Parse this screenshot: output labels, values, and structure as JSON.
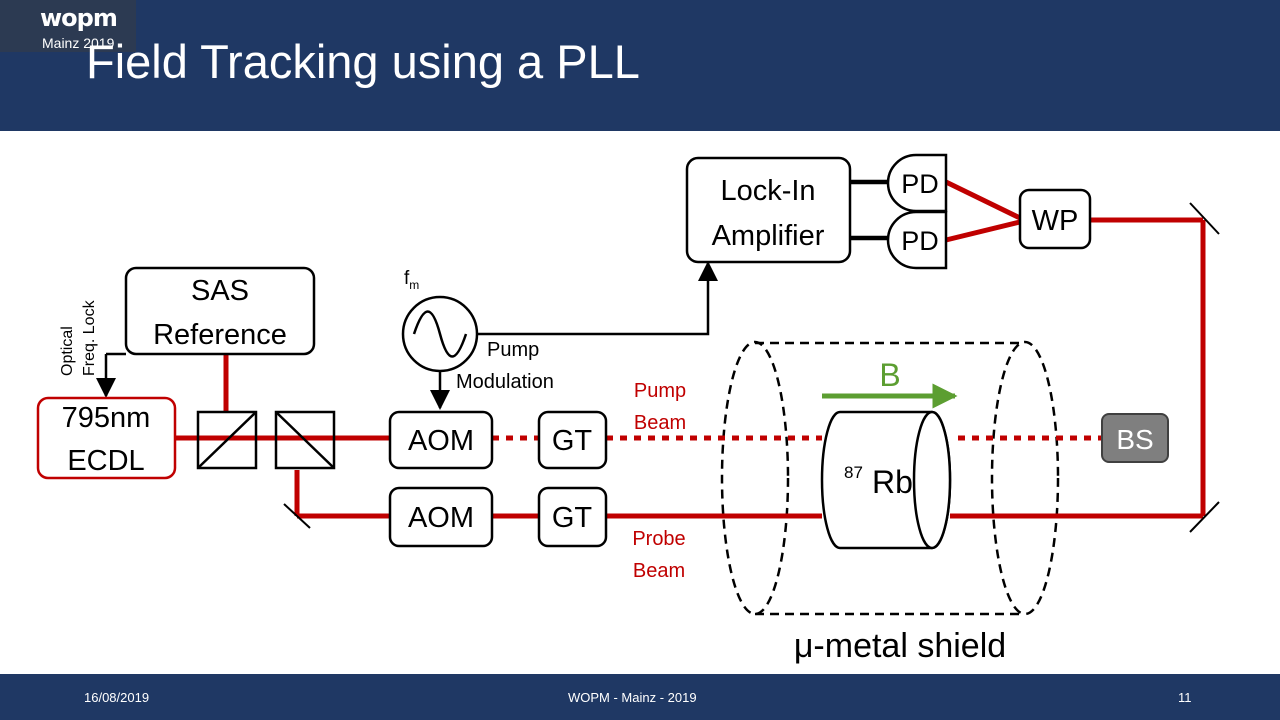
{
  "logo": {
    "word": "wopm",
    "subtitle": "Mainz 2019"
  },
  "title": "Field Tracking using a PLL",
  "diagram": {
    "laser": [
      "795nm",
      "ECDL"
    ],
    "sas": [
      "SAS",
      "Reference"
    ],
    "optical_lock": [
      "Optical",
      "Freq. Lock"
    ],
    "fm_base": "f",
    "fm_sub": "m",
    "pump_modulation": [
      "Pump",
      "Modulation"
    ],
    "aom": "AOM",
    "gt": "GT",
    "pump_beam": [
      "Pump",
      "Beam"
    ],
    "probe_beam": [
      "Probe",
      "Beam"
    ],
    "lockin": [
      "Lock-In",
      "Amplifier"
    ],
    "pd": "PD",
    "wp": "WP",
    "bs": "BS",
    "b_field": "B",
    "rb_sup": "87",
    "rb": "Rb",
    "shield": "μ-metal shield"
  },
  "footer": {
    "date": "16/08/2019",
    "center": "WOPM - Mainz - 2019",
    "page": "11"
  },
  "colors": {
    "header": "#1f3864",
    "beam": "#c00000",
    "b_field": "#5c9e31",
    "bs_box": "#7f7f7f"
  }
}
